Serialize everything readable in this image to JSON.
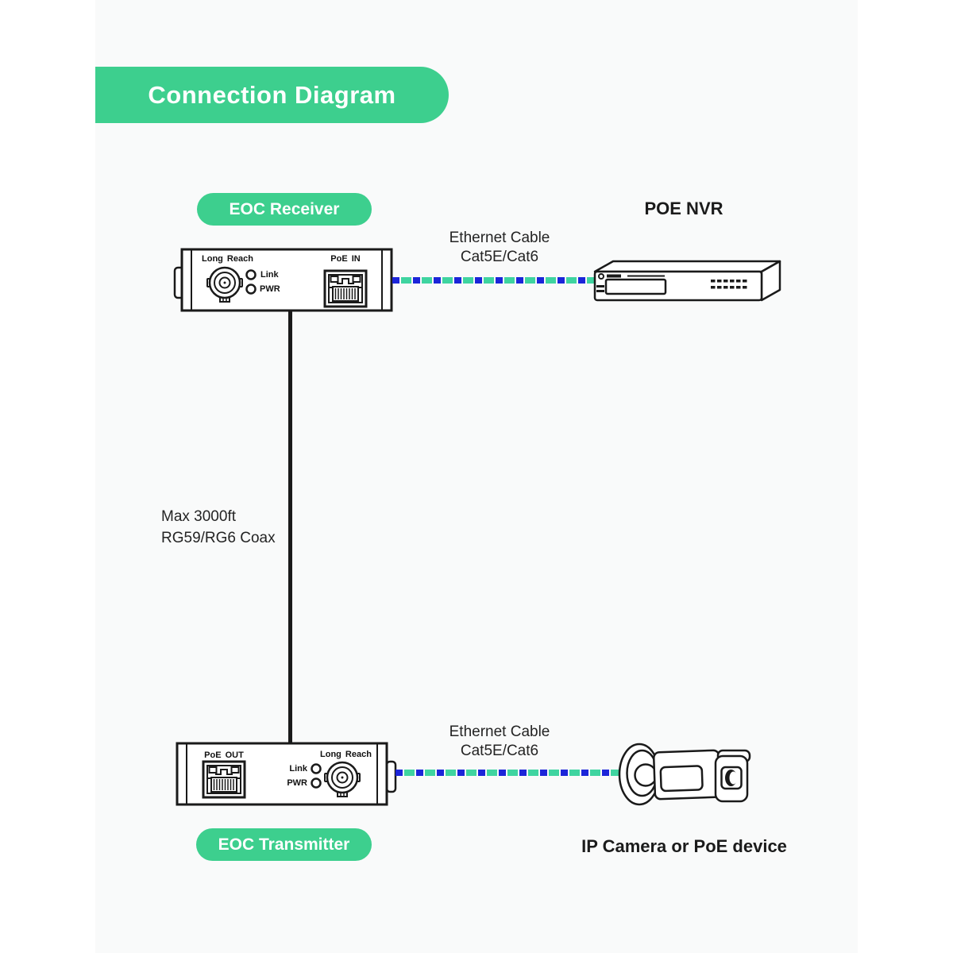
{
  "title": "Connection Diagram",
  "colors": {
    "green": "#3dcf8e",
    "cable_green": "#3fd4a0",
    "cable_blue": "#1c25d9",
    "line": "#1a1a1a"
  },
  "devices": {
    "receiver": {
      "label": "EOC Receiver",
      "bnc_label": "Long Reach",
      "led1": "Link",
      "led2": "PWR",
      "rj45_label": "PoE IN"
    },
    "transmitter": {
      "label": "EOC Transmitter",
      "rj45_label": "PoE OUT",
      "led1": "Link",
      "led2": "PWR",
      "bnc_label": "Long Reach"
    },
    "nvr": {
      "label": "POE NVR"
    },
    "camera": {
      "label": "IP Camera or PoE device"
    }
  },
  "cables": {
    "ethernet_top": {
      "line1": "Ethernet Cable",
      "line2": "Cat5E/Cat6"
    },
    "ethernet_bottom": {
      "line1": "Ethernet Cable",
      "line2": "Cat5E/Cat6"
    },
    "coax": {
      "line1": "Max 3000ft",
      "line2": "RG59/RG6 Coax"
    }
  }
}
